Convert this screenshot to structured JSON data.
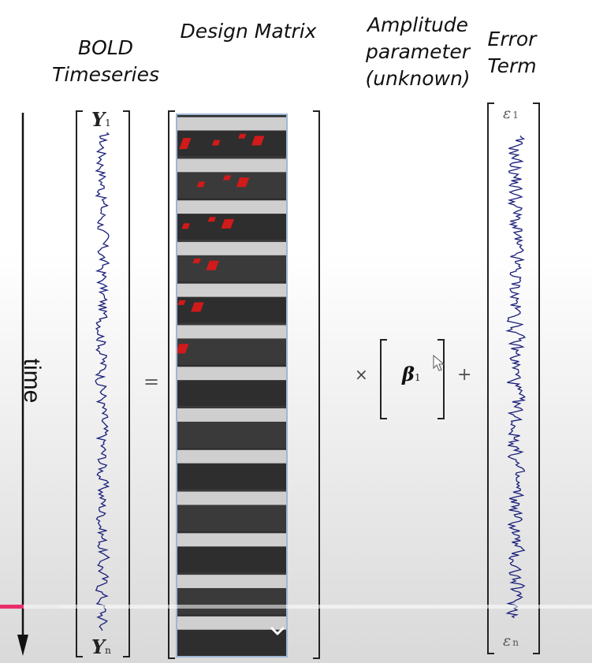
{
  "headers": {
    "bold_timeseries": "BOLD\nTimeseries",
    "design_matrix": "Design Matrix",
    "amplitude": "Amplitude\nparameter\n(unknown)",
    "error_term": "Error\nTerm"
  },
  "time_axis": {
    "label": "time"
  },
  "bold": {
    "top_symbol": "Y",
    "top_sub": "1",
    "bottom_symbol": "Y",
    "bottom_sub": "n"
  },
  "operators": {
    "equals": "=",
    "times": "×",
    "plus": "+"
  },
  "beta": {
    "symbol": "β",
    "sub": "1"
  },
  "error": {
    "top_symbol": "ε",
    "top_sub": "1",
    "bottom_symbol": "ε",
    "bottom_sub": "n"
  },
  "video": {
    "progress_fraction": 0.04,
    "buffered_fraction": 0.1
  },
  "colors": {
    "trace": "#1a1f7a",
    "progress": "#e8306a",
    "stimulus_red": "#d11a1a"
  },
  "icons": {
    "playback": "chevron-down-icon",
    "pointer": "cursor-icon"
  }
}
